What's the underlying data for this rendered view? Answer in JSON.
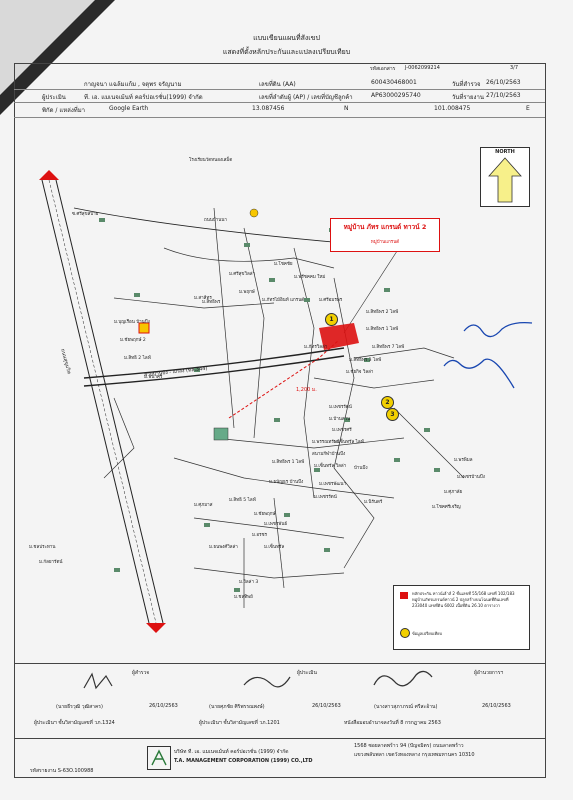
{
  "header": {
    "title_line1": "แบบเขียนแผนที่สังเขป",
    "title_line2": "แสดงที่ตั้งหลักประกันและแปลงเปรียบเทียบ",
    "form_no_label": "รหัสเอกสาร",
    "form_no": "J-0062099214",
    "page": "3/7"
  },
  "rows": {
    "r1": {
      "owner": "กาญจนา แฉล้มแก้ม , จตุพร จรัญนาม",
      "plot_label": "เลขที่ดิน (AA)",
      "plot_no": "600430468001",
      "date_label": "วันที่สำรวจ",
      "date": "26/10/2563"
    },
    "r2": {
      "label": "ผู้ประเมิน",
      "company": "ที. เอ. แมเนจเม้นท์ คอร์ปอเรชั่น(1999) จำกัด",
      "ap_label": "เลขที่ลำดับผู้ (AP) / เลขที่บัญชีลูกค้า",
      "ap_no": "AP63000295740",
      "date_label": "วันที่รายงาน",
      "date": "27/10/2563"
    },
    "r3": {
      "label": "พิกัด / แหล่งที่มา",
      "source": "Google Earth",
      "lat": "13.087456",
      "n": "N",
      "lon": "101.008475",
      "e": "E"
    }
  },
  "map": {
    "north_label": "NORTH",
    "banner_title": "หมู่บ้าน ภัทร แกรนด์ ทาวน์ 2",
    "banner_sub": "หมู่บ้านแกรนด์",
    "road_main": "ถนนสุขุมวิท",
    "road_secondary": "สายบ้านบึง - แกลง (ทล.344)",
    "distance": "1,200 ม.",
    "labels": [
      "โรงเรียนวัดหนองเสม็ด",
      "ถนนบ้านนา",
      "ซ.ศรีสุขสบาย",
      "ม.โชคชัย",
      "ม.ศรีสุขวิลล่า",
      "ม.พรีชคคม ใหม่",
      "ม.ศรีอมรพร",
      "ม.สาลีทร",
      "ม.พฤกษ์",
      "ม.สิทธิพร",
      "ม.ภัทรไม้อินท์ แกรนด์",
      "ม.สิทธิพร 2 ไลฟ์",
      "ม.สิทธิพร 1 ไลฟ์",
      "ม.สิทธิพร 7 ไลฟ์",
      "ม.ภัทรวิลล่า",
      "ม.สิทธิพร 3 ไลฟ์",
      "ม.ชัยกิจ วิลล่า",
      "ม.เพชรรัตน์",
      "ม.บ้านสวน",
      "ม.เพชรศรี",
      "ม.เซ็นทรัล ไลฟ์",
      "ม.พรรณทรัพย์",
      "สนามกีฬาบ้านบึง",
      "ม.เซ็นทรัล วิลล่า",
      "ม.สิทธิพร 1 ไลฟ์",
      "ม.ธนัญธร บ้านบึง",
      "ม.เพชรพัฒนา",
      "ม.เพชรรัตน์",
      "ม.สิทธิ 5 ไลฟ์",
      "ม.ศุภมาส",
      "ม.ชัยพฤกษ์",
      "ม.เพชรพันธ์",
      "ม.อรชร",
      "ม.เซ็นทรัล",
      "ม.ธนพงศ์วิลล่า",
      "บ้านบึง",
      "ม.พรพิมล",
      "ม.เพชรบ้านบึง",
      "ม.ศุภาลัย",
      "ม.โชคศรีเจริญ",
      "ม.นิรันดร์",
      "ม.วิลล่า 3",
      "ม.ชลทิพย์",
      "ม.ชลประทาน",
      "ม.กัลยารัตน์",
      "ม.บุญเรือน บ้านบึง",
      "ม.ชัยพฤกษ์ 2",
      "ม.สิทธิ 2 ไลฟ์",
      "ม.พนาศรี"
    ],
    "markers": [
      "1",
      "2",
      "3"
    ]
  },
  "legend": {
    "red_text": "หลักประกัน ทาวน์เฮ้าส์ 2 ชั้นเลขที่ 55/168 เลขที่ 102/183 หมู่บ้านภัทรแกรนด์ทาวน์ 2 ปลูกสร้างบนโฉนดที่ดินเลขที่ 233040 เลขที่ดิน 6002 เนื้อที่ดิน 26.10 ตารางวา",
    "yellow_text": "ข้อมูลเปรียบเทียบ"
  },
  "signatures": {
    "surveyor_label": "ผู้สำรวจ",
    "surveyor_name": "(นายธีรวุฒิ วุฒิสาคร)",
    "surveyor_date": "26/10/2563",
    "surveyor_license": "ผู้ประเมินฯ ชั้นวิสามัญเลขที่ วภ.1324",
    "appraiser_label": "ผู้ประเมิน",
    "appraiser_name": "(นายศุภชัย ศิริพรรณพงษ์)",
    "appraiser_date": "26/10/2563",
    "appraiser_license": "ผู้ประเมินฯ ชั้นวิสามัญเลขที่ วภ.1201",
    "approver_label": "ผู้อำนวยการฯ",
    "approver_name": "(นางสาวสุภาภรณ์ ศรีสะอ้าน)",
    "approver_date": "26/10/2563",
    "approver_note": "หนังสือมอบอำนาจลงวันที่ 8 กรกฎาคม 2563"
  },
  "footer": {
    "company_th": "บริษัท ที. เอ. แมเนจเม้นท์ คอร์ปอเรชั่น (1999) จำกัด",
    "company_en": "T.A. MANAGEMENT CORPORATION (1999) CO.,LTD",
    "address1": "1568 ซอยลาดพร้าว 94 (ปัญจมิตร) ถนนลาดพร้าว",
    "address2": "แขวงพลับพลา เขตวังทองหลาง กรุงเทพมหานคร 10310",
    "doc_code": "รหัสรายงาน S-63O.100988"
  }
}
